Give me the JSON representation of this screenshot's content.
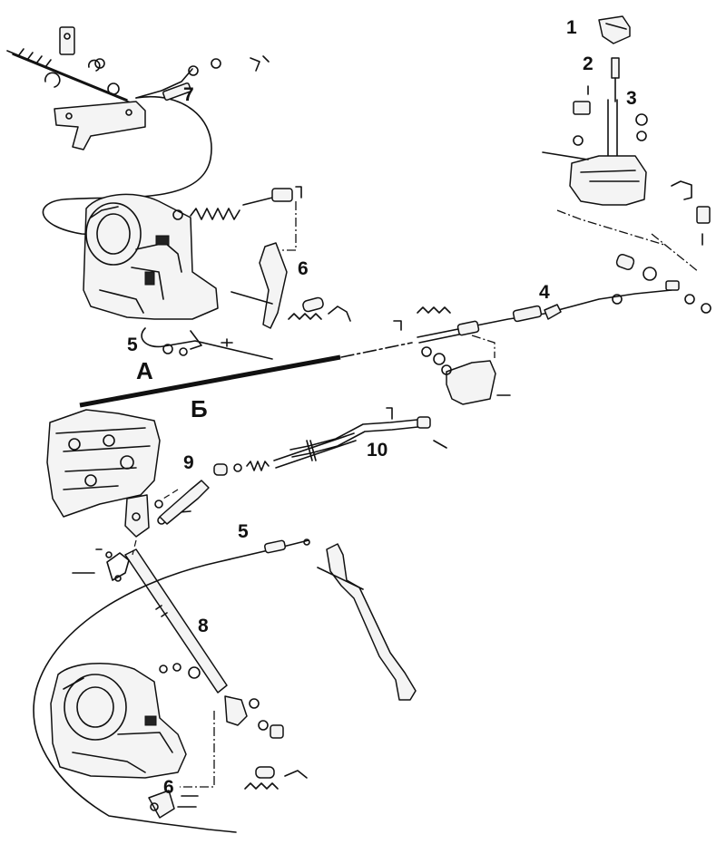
{
  "callouts": {
    "n1": "1",
    "n2": "2",
    "n3": "3",
    "n4": "4",
    "n5a": "5",
    "n5b": "5",
    "n6a": "6",
    "n6b": "6",
    "n7": "7",
    "n8": "8",
    "n9": "9",
    "n10": "10",
    "secA": "А",
    "secB": "Б"
  }
}
